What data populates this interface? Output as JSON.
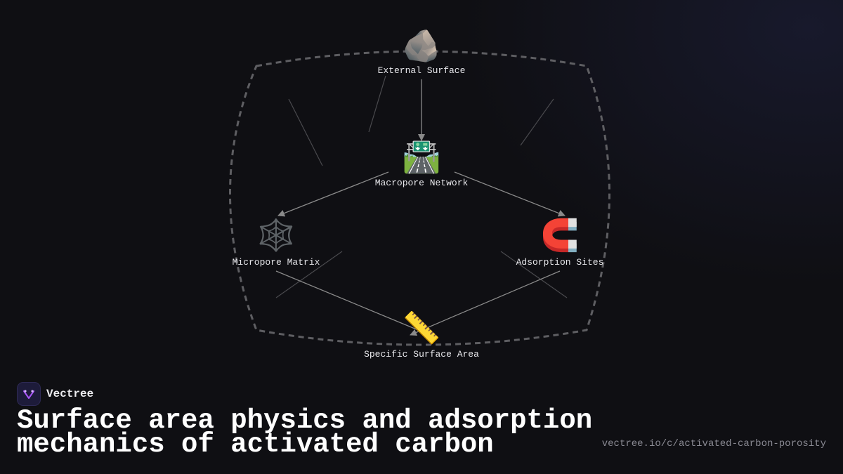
{
  "diagram": {
    "nodes": [
      {
        "id": "external",
        "label": "External Surface",
        "icon": "rock-icon",
        "glyph": "🪨"
      },
      {
        "id": "macropore",
        "label": "Macropore Network",
        "icon": "motorway-icon",
        "glyph": "🛣️"
      },
      {
        "id": "micropore",
        "label": "Micropore Matrix",
        "icon": "spider-web-icon",
        "glyph": "🕸️"
      },
      {
        "id": "adsorption",
        "label": "Adsorption Sites",
        "icon": "magnet-icon",
        "glyph": "🧲"
      },
      {
        "id": "ssa",
        "label": "Specific Surface Area",
        "icon": "ruler-icon",
        "glyph": "📏"
      }
    ],
    "edges": [
      {
        "from": "external",
        "to": "macropore"
      },
      {
        "from": "macropore",
        "to": "micropore"
      },
      {
        "from": "macropore",
        "to": "adsorption"
      },
      {
        "from": "micropore",
        "to": "ssa"
      },
      {
        "from": "adsorption",
        "to": "ssa"
      }
    ]
  },
  "brand": {
    "name": "Vectree",
    "logo_icon": "vectree-logo-icon"
  },
  "title": "Surface area physics and adsorption mechanics of activated carbon",
  "url": "vectree.io/c/activated-carbon-porosity",
  "colors": {
    "background": "#0f0f13",
    "edge": "#8a8a8a",
    "boundary": "#6a6a6a",
    "brand_accent": "#a855f7"
  }
}
